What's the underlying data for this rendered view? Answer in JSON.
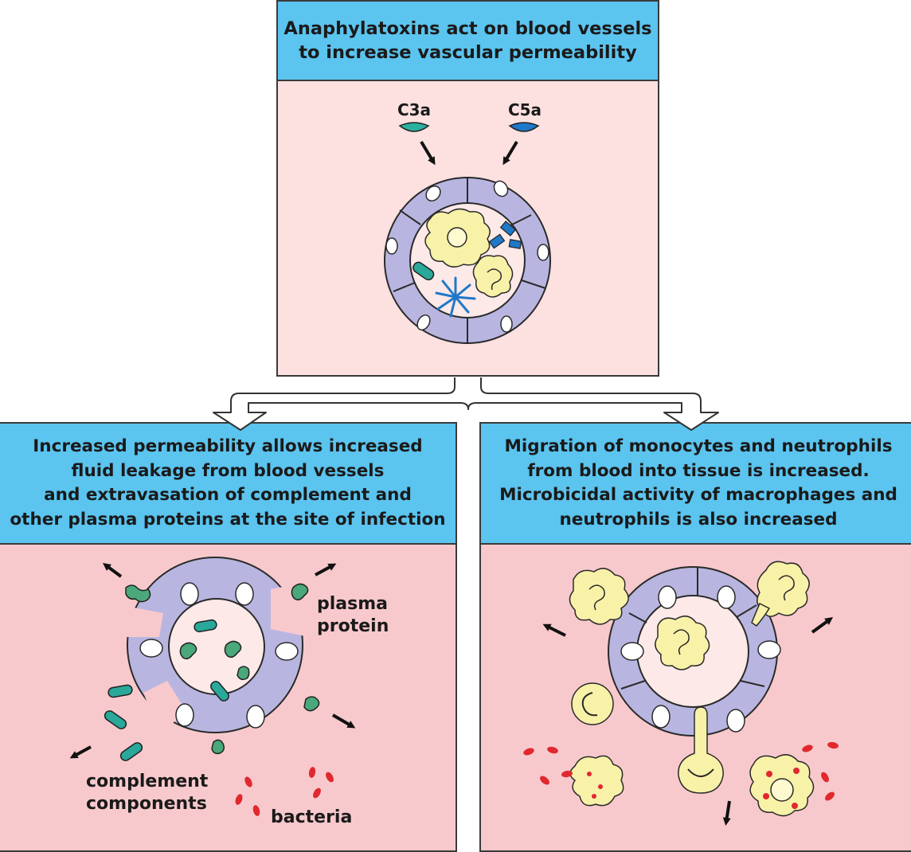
{
  "top_panel": {
    "title": "Anaphylatoxins act on blood vessels\nto increase vascular permeability",
    "label_c3a": "C3a",
    "label_c5a": "C5a",
    "colors": {
      "c3a": "#2ab0a0",
      "c5a": "#1f78c8"
    }
  },
  "left_panel": {
    "title": "Increased permeability allows increased\nfluid leakage from blood vessels\nand extravasation of complement and\nother plasma proteins at the site of infection",
    "label_plasma_protein_1": "plasma",
    "label_plasma_protein_2": "protein",
    "label_complement_1": "complement",
    "label_complement_2": "components",
    "label_bacteria": "bacteria"
  },
  "right_panel": {
    "title": "Migration of monocytes and neutrophils\nfrom blood into tissue is increased.\nMicrobicidal activity of macrophages and\nneutrophils is also increased"
  },
  "colors": {
    "header_blue": "#5bc4ef",
    "top_body_pink": "#fde0e0",
    "lower_body_pink": "#f8c9cc",
    "vessel_cell": "#b8b6e0",
    "cell_yellow": "#f8f1a8",
    "complement_teal": "#2aa89a",
    "plasma_green": "#4aa87a",
    "bacteria_red": "#e0282e"
  }
}
